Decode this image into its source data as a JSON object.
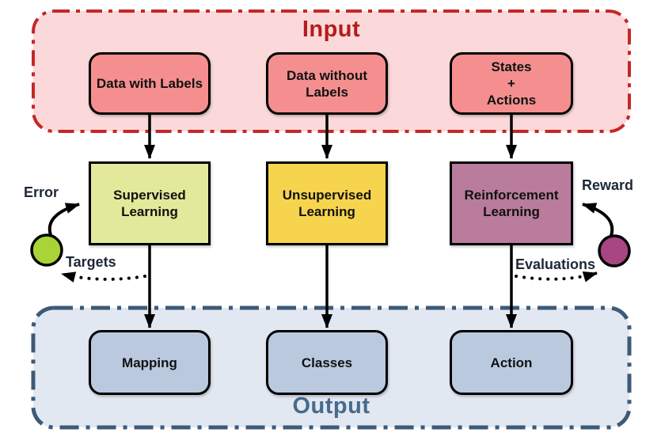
{
  "bands": {
    "input": {
      "label": "Input"
    },
    "output": {
      "label": "Output"
    }
  },
  "boxes": {
    "input": [
      {
        "lines": [
          "Data with Labels"
        ]
      },
      {
        "lines": [
          "Data without",
          "Labels"
        ]
      },
      {
        "lines": [
          "States",
          "+",
          "Actions"
        ]
      }
    ],
    "learning": [
      {
        "lines": [
          "Supervised",
          "Learning"
        ]
      },
      {
        "lines": [
          "Unsupervised",
          "Learning"
        ]
      },
      {
        "lines": [
          "Reinforcement",
          "Learning"
        ]
      }
    ],
    "output": [
      {
        "lines": [
          "Mapping"
        ]
      },
      {
        "lines": [
          "Classes"
        ]
      },
      {
        "lines": [
          "Action"
        ]
      }
    ]
  },
  "annotations": {
    "error": "Error",
    "targets": "Targets",
    "reward": "Reward",
    "evaluations": "Evaluations"
  },
  "colors": {
    "input_band_fill": "#FBD9DA",
    "input_band_border": "#C62626",
    "input_title_text": "#B71B1B",
    "input_box_fill": "#F58F8F",
    "supervised_box_fill": "#E2E99A",
    "unsupervised_box_fill": "#F6D44D",
    "reinforcement_box_fill": "#B97C9D",
    "output_band_fill": "#E2E8F1",
    "output_band_border": "#3D5A77",
    "output_title_text": "#476B8C",
    "output_box_fill": "#BBC9DF",
    "error_node_fill": "#A8D437",
    "reward_node_fill": "#A84583",
    "arrow_color": "#000000",
    "annotation_text": "#1E2836"
  }
}
